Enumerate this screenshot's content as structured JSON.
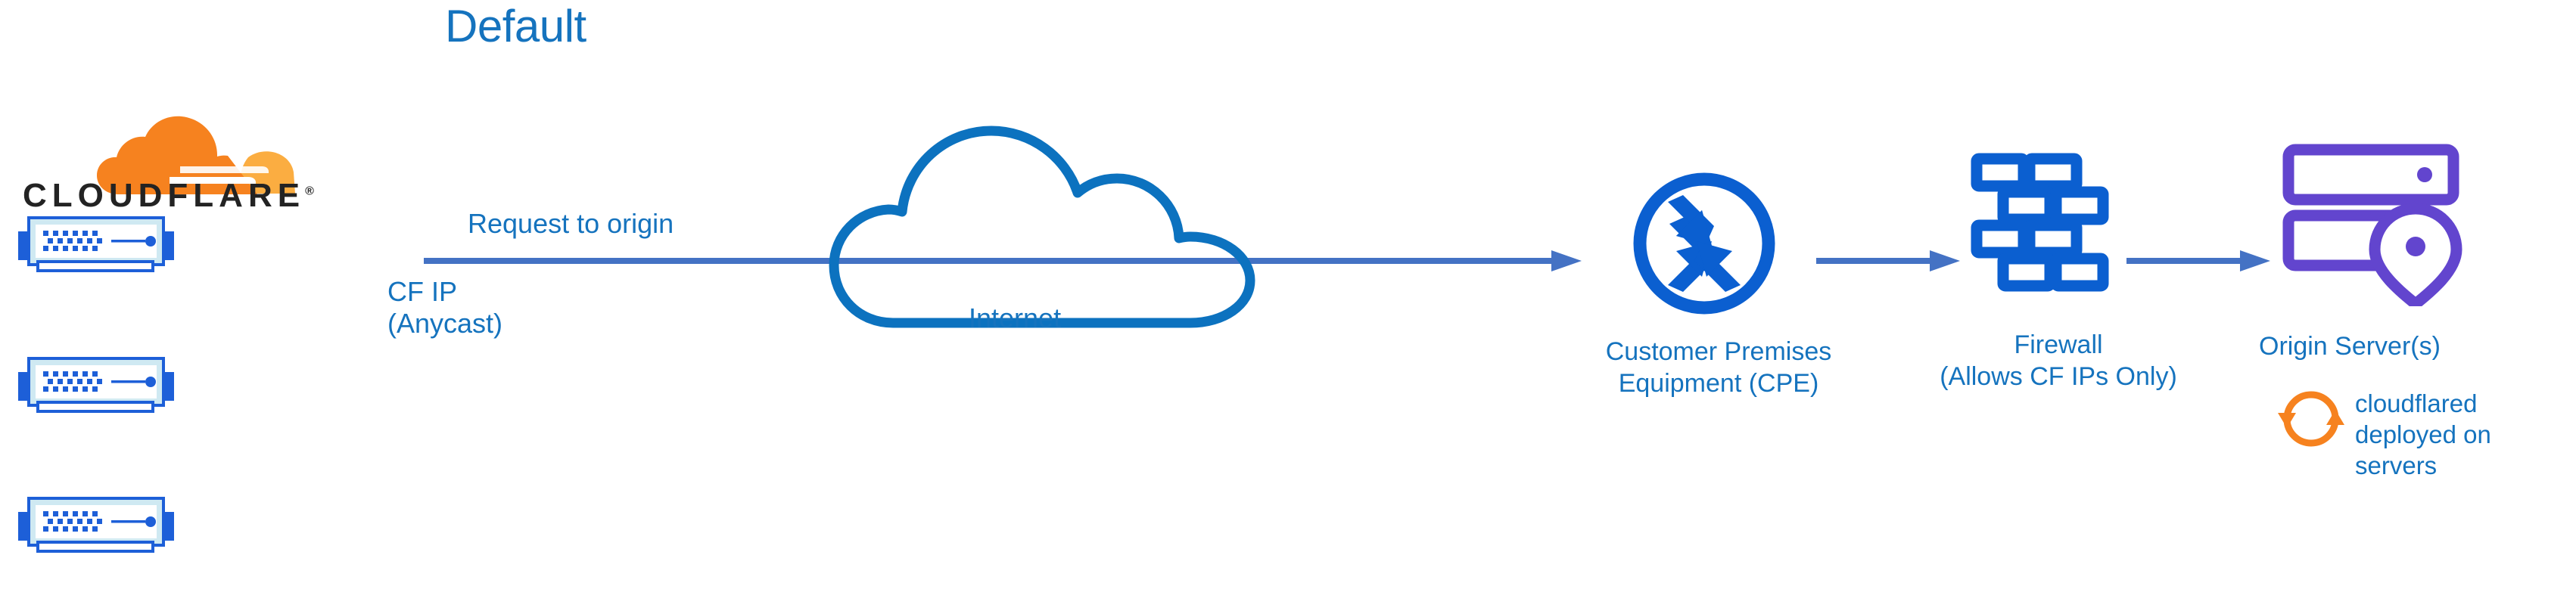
{
  "diagram": {
    "title": "Default",
    "type": "network-architecture",
    "brand": "CLOUDFLARE",
    "brand_trademark": "®"
  },
  "colors": {
    "title_blue": "#1573BE",
    "label_blue": "#1573BE",
    "arrow_blue": "#4472C4",
    "icon_blue": "#0C72BF",
    "router_blue": "#0B5FD0",
    "server_blue": "#1D5FD8",
    "server_fill": "#CFE9F2",
    "origin_purple": "#6245CE",
    "cloudflare_orange": "#F6821F",
    "cloudflare_orange_light": "#FBAD41",
    "wordmark_black": "#232323"
  },
  "nodes": [
    {
      "id": "cloudflare-edge",
      "icon": "server-rack-icon",
      "label": "CLOUDFLARE",
      "sublabel": "CF IP\n(Anycast)",
      "count": 3
    },
    {
      "id": "internet",
      "icon": "cloud-icon",
      "label": "Internet"
    },
    {
      "id": "cpe",
      "icon": "router-icon",
      "label": "Customer Premises\nEquipment (CPE)"
    },
    {
      "id": "firewall",
      "icon": "brick-wall-icon",
      "label": "Firewall\n(Allows CF IPs Only)"
    },
    {
      "id": "origin",
      "icon": "server-location-pin-icon",
      "label": "Origin Server(s)",
      "annotation_icon": "sync-arrows-icon",
      "annotation": "cloudflared\ndeployed on\nservers"
    }
  ],
  "edges": [
    {
      "id": "edge-cf-to-cpe",
      "label": "Request to origin",
      "from": "cloudflare-edge",
      "to": "cpe"
    },
    {
      "id": "edge-cpe-to-fw",
      "label": "",
      "from": "cpe",
      "to": "firewall"
    },
    {
      "id": "edge-fw-to-origin",
      "label": "",
      "from": "firewall",
      "to": "origin"
    }
  ],
  "labels": {
    "title": "Default",
    "brand": "CLOUDFLARE",
    "brand_tm": "®",
    "request_to_origin": "Request to origin",
    "cf_ip": "CF IP\n(Anycast)",
    "internet": "Internet",
    "cpe": "Customer Premises\nEquipment (CPE)",
    "firewall": "Firewall\n(Allows CF IPs Only)",
    "origin_server": "Origin Server(s)",
    "cloudflared": "cloudflared\ndeployed on\nservers"
  }
}
